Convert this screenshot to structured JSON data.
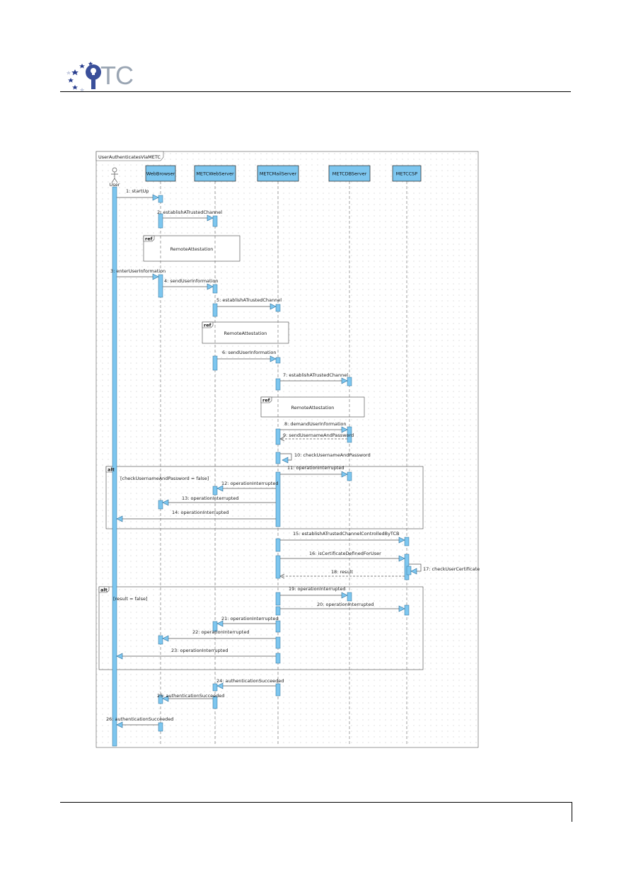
{
  "logo": {
    "text": "TC"
  },
  "diagram": {
    "title": "UserAuthenticatesViaMETC",
    "actor": "User",
    "lifelines": [
      {
        "id": "browser",
        "label": "WebBrowser"
      },
      {
        "id": "web",
        "label": "METCWebServer"
      },
      {
        "id": "mail",
        "label": "METCMailServer"
      },
      {
        "id": "db",
        "label": "METCDBServer"
      },
      {
        "id": "ccsp",
        "label": "METCCSP"
      }
    ],
    "messages": [
      {
        "label": "1: startUp"
      },
      {
        "label": "2: establishATrustedChannel"
      },
      {
        "label": "3: enterUserInformation"
      },
      {
        "label": "4: sendUserInformation"
      },
      {
        "label": "5: establishATrustedChannel"
      },
      {
        "label": "6: sendUserInformation"
      },
      {
        "label": "7: establishATrustedChannel"
      },
      {
        "label": "8: demandUserInformation"
      },
      {
        "label": "9: sendUsernameAndPassword"
      },
      {
        "label": "10: checkUsernameAndPassword"
      },
      {
        "label": "11: operationInterrupted"
      },
      {
        "label": "12: operationInterrupted"
      },
      {
        "label": "13: operationInterrupted"
      },
      {
        "label": "14: operationInterrupted"
      },
      {
        "label": "15: establishATrustedChannelControlledByTCB"
      },
      {
        "label": "16: isCertificateDefinedForUser"
      },
      {
        "label": "17: checkUserCertificate"
      },
      {
        "label": "18: result"
      },
      {
        "label": "19: operationInterrupted"
      },
      {
        "label": "20: operationInterrupted"
      },
      {
        "label": "21: operationInterrupted"
      },
      {
        "label": "22: operationInterrupted"
      },
      {
        "label": "23: operationInterrupted"
      },
      {
        "label": "24: authenticationSucceeded"
      },
      {
        "label": "25: authenticationSucceeded"
      },
      {
        "label": "26: authenticationSucceeded"
      }
    ],
    "refs": [
      {
        "tag": "ref",
        "label": "RemoteAttestation"
      },
      {
        "tag": "ref",
        "label": "RemoteAttestation"
      },
      {
        "tag": "ref",
        "label": "RemoteAttestation"
      }
    ],
    "fragments": [
      {
        "tag": "alt",
        "guard": "[checkUsernameAndPassword = false]"
      },
      {
        "tag": "alt",
        "guard": "[result = false]"
      }
    ]
  }
}
